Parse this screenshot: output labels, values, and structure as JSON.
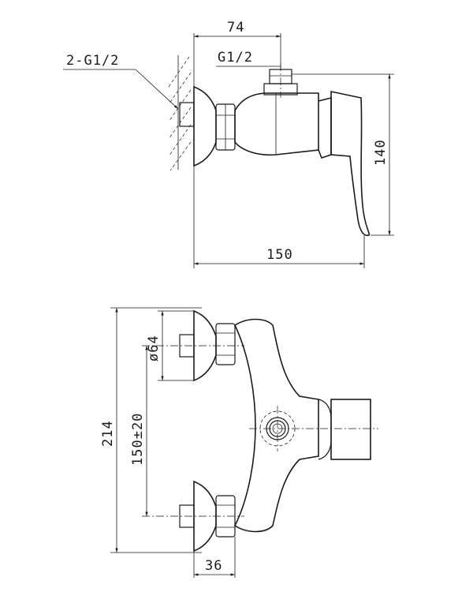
{
  "top_view": {
    "dim_top_width": "74",
    "dim_outlet_thread": "G1/2",
    "dim_inlet_thread": "2-G1/2",
    "dim_height": "140",
    "dim_total_width": "150"
  },
  "front_view": {
    "dim_diameter": "ø64",
    "dim_total_height": "214",
    "dim_center_distance": "150±20",
    "dim_depth": "36"
  }
}
